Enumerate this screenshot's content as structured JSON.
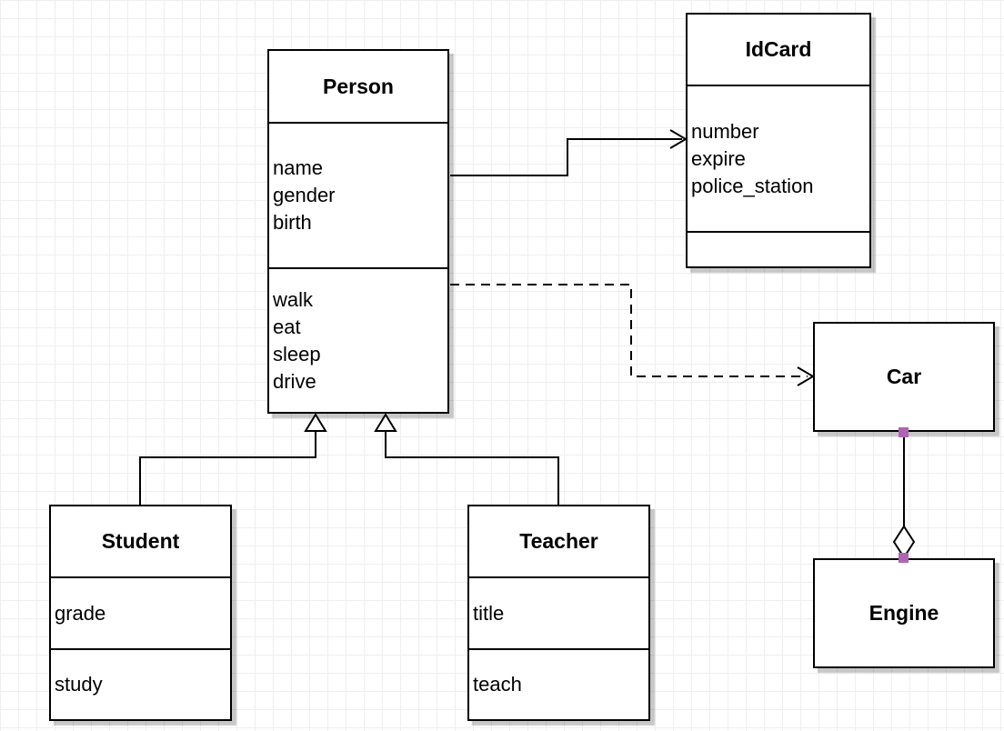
{
  "diagram": {
    "type": "uml-class-diagram",
    "classes": [
      {
        "name": "Person",
        "title": "Person",
        "attributes": [
          "name",
          "gender",
          "birth"
        ],
        "methods": [
          "walk",
          "eat",
          "sleep",
          "drive"
        ]
      },
      {
        "name": "IdCard",
        "title": "IdCard",
        "attributes": [
          "number",
          "expire",
          "police_station"
        ],
        "methods": []
      },
      {
        "name": "Student",
        "title": "Student",
        "attributes": [
          "grade"
        ],
        "methods": [
          "study"
        ]
      },
      {
        "name": "Teacher",
        "title": "Teacher",
        "attributes": [
          "title"
        ],
        "methods": [
          "teach"
        ]
      },
      {
        "name": "Car",
        "title": "Car",
        "attributes": [],
        "methods": []
      },
      {
        "name": "Engine",
        "title": "Engine",
        "attributes": [],
        "methods": []
      }
    ],
    "relationships": [
      {
        "type": "association",
        "from": "Person",
        "to": "IdCard",
        "line": "solid",
        "arrow": "open"
      },
      {
        "type": "dependency",
        "from": "Person",
        "to": "Car",
        "line": "dashed",
        "arrow": "open"
      },
      {
        "type": "generalization",
        "from": "Student",
        "to": "Person",
        "line": "solid",
        "arrow": "hollow-triangle"
      },
      {
        "type": "generalization",
        "from": "Teacher",
        "to": "Person",
        "line": "solid",
        "arrow": "hollow-triangle"
      },
      {
        "type": "aggregation",
        "from": "Car",
        "to": "Engine",
        "line": "solid",
        "arrow": "hollow-diamond"
      }
    ],
    "colors": {
      "connection_point": "#b064b4",
      "line": "#000000",
      "box_fill": "#ffffff",
      "grid_line": "#efefef"
    }
  }
}
